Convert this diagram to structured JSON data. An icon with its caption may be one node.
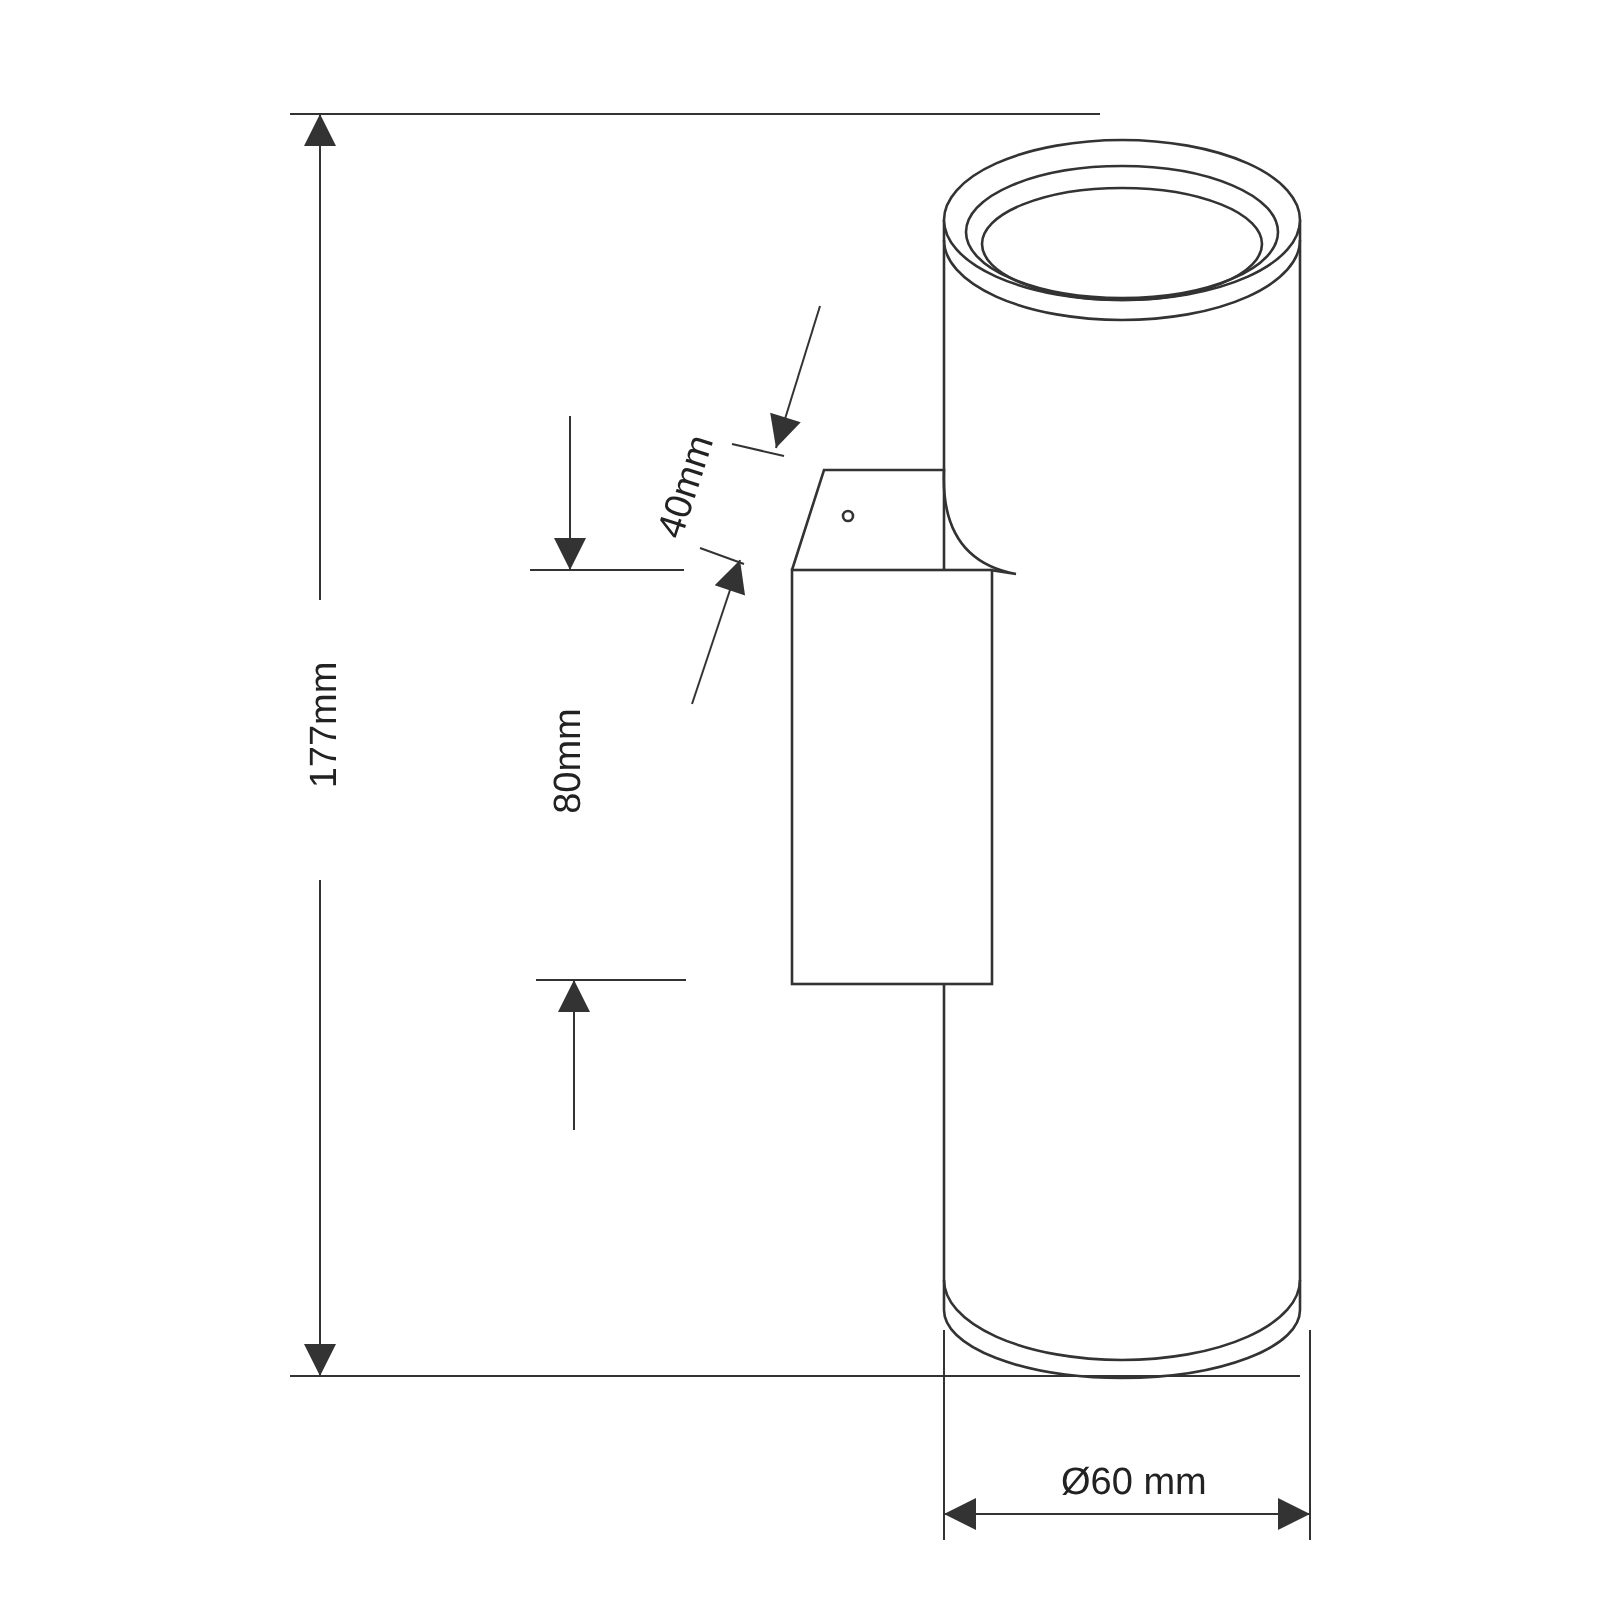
{
  "diagram": {
    "labels": [
      "40mm",
      "177mm",
      "80mm",
      "Ø60 mm"
    ]
  }
}
